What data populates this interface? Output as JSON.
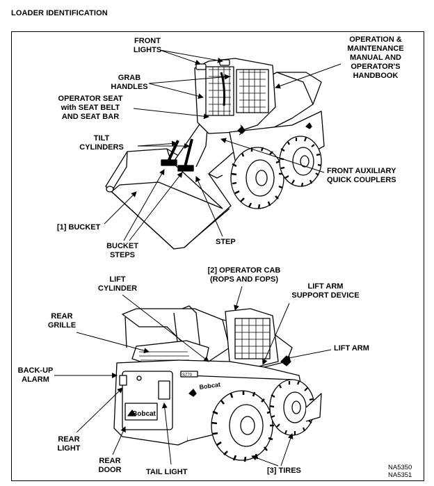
{
  "page": {
    "heading": "LOADER IDENTIFICATION"
  },
  "labels": {
    "front_lights": "FRONT\nLIGHTS",
    "om_manual": "OPERATION &\nMAINTENANCE\nMANUAL AND\nOPERATOR'S\nHANDBOOK",
    "grab_handles": "GRAB\nHANDLES",
    "operator_seat": "OPERATOR SEAT\nwith SEAT BELT\nAND SEAT BAR",
    "tilt_cylinders": "TILT\nCYLINDERS",
    "front_aux": "FRONT AUXILIARY\nQUICK COUPLERS",
    "bucket": "[1] BUCKET",
    "bucket_steps": "BUCKET\nSTEPS",
    "step": "STEP",
    "operator_cab": "[2] OPERATOR CAB\n(ROPS AND FOPS)",
    "lift_cylinder": "LIFT\nCYLINDER",
    "lift_arm_support": "LIFT ARM\nSUPPORT DEVICE",
    "rear_grille": "REAR\nGRILLE",
    "lift_arm": "LIFT ARM",
    "backup_alarm": "BACK-UP\nALARM",
    "rear_light": "REAR\nLIGHT",
    "rear_door": "REAR\nDOOR",
    "tail_light": "TAIL LIGHT",
    "tires": "[3] TIRES"
  },
  "figure_codes": {
    "top": "NA5350",
    "bottom": "NA5351"
  },
  "brand": {
    "logo_text": "Bobcat",
    "model_text": "S770"
  }
}
